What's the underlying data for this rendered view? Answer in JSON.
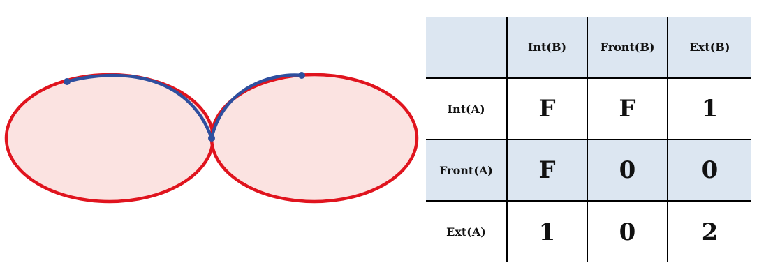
{
  "colors": {
    "region_fill": "#fbe3e1",
    "region_outline": "#e0141e",
    "boundary_line": "#2e4f9f",
    "table_shade": "#dce6f1",
    "grid_line": "#000000"
  },
  "matrix": {
    "column_headers": [
      "Int(B)",
      "Front(B)",
      "Ext(B)"
    ],
    "rows": [
      {
        "label": "Int(A)",
        "cells": [
          "F",
          "F",
          "1"
        ]
      },
      {
        "label": "Front(A)",
        "cells": [
          "F",
          "0",
          "0"
        ]
      },
      {
        "label": "Ext(A)",
        "cells": [
          "1",
          "0",
          "2"
        ]
      }
    ]
  }
}
